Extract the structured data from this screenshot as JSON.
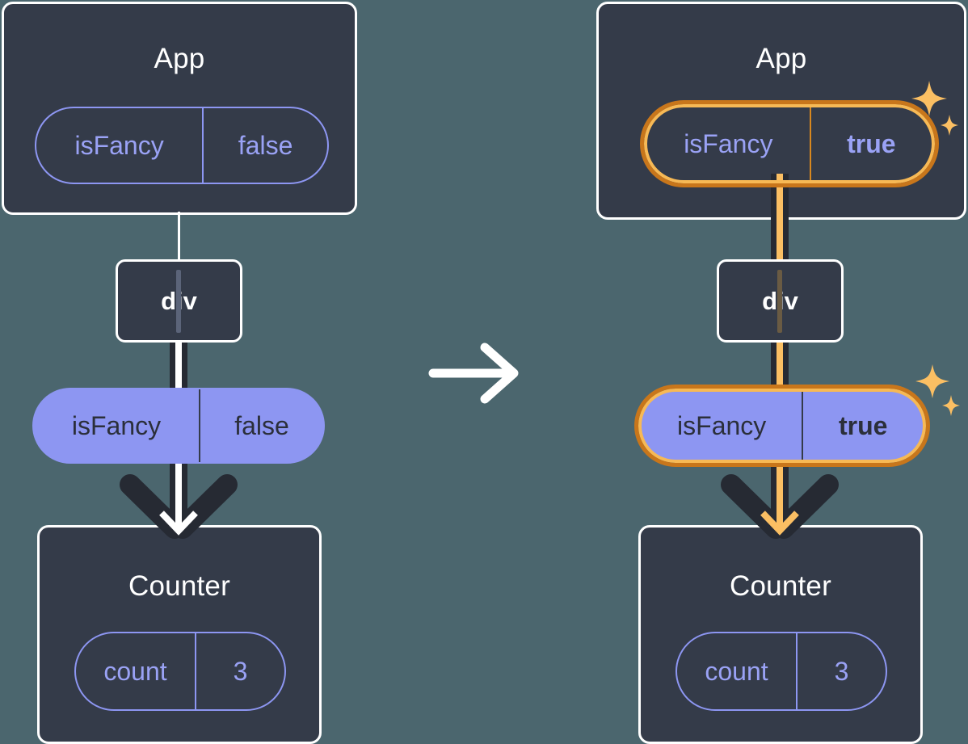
{
  "diagram": {
    "title": "React state propagation: isFancy false to true",
    "type": "component-tree-diagram",
    "background_color": "#4b666e",
    "panel_color": "#343b49",
    "panel_border_color": "#ffffff",
    "accent_purple": "#8d96f2",
    "accent_purple_text": "#9aa2f5",
    "highlight_orange_outer": "#c8761b",
    "highlight_orange_inner": "#f7b955",
    "sparkle_color": "#fbbf63",
    "wire_dark": "#262a33",
    "wire_core_left": "#ffffff",
    "wire_core_right": "#fbbf63"
  },
  "left": {
    "app": {
      "title": "App",
      "state_pill": {
        "name": "isFancy",
        "value": "false",
        "highlighted": false,
        "style": "outlined"
      }
    },
    "div": {
      "label": "div"
    },
    "prop_pill": {
      "name": "isFancy",
      "value": "false",
      "highlighted": false,
      "style": "solid"
    },
    "counter": {
      "title": "Counter",
      "state_pill": {
        "name": "count",
        "value": "3",
        "highlighted": false,
        "style": "outlined"
      }
    }
  },
  "transition": {
    "icon": "arrow-right-icon",
    "direction": "right",
    "color": "#ffffff"
  },
  "right": {
    "app": {
      "title": "App",
      "state_pill": {
        "name": "isFancy",
        "value": "true",
        "highlighted": true,
        "style": "outlined"
      },
      "sparkle": "sparkles-icon"
    },
    "div": {
      "label": "div"
    },
    "prop_pill": {
      "name": "isFancy",
      "value": "true",
      "highlighted": true,
      "style": "solid",
      "sparkle": "sparkles-icon"
    },
    "counter": {
      "title": "Counter",
      "state_pill": {
        "name": "count",
        "value": "3",
        "highlighted": false,
        "style": "outlined"
      }
    }
  }
}
